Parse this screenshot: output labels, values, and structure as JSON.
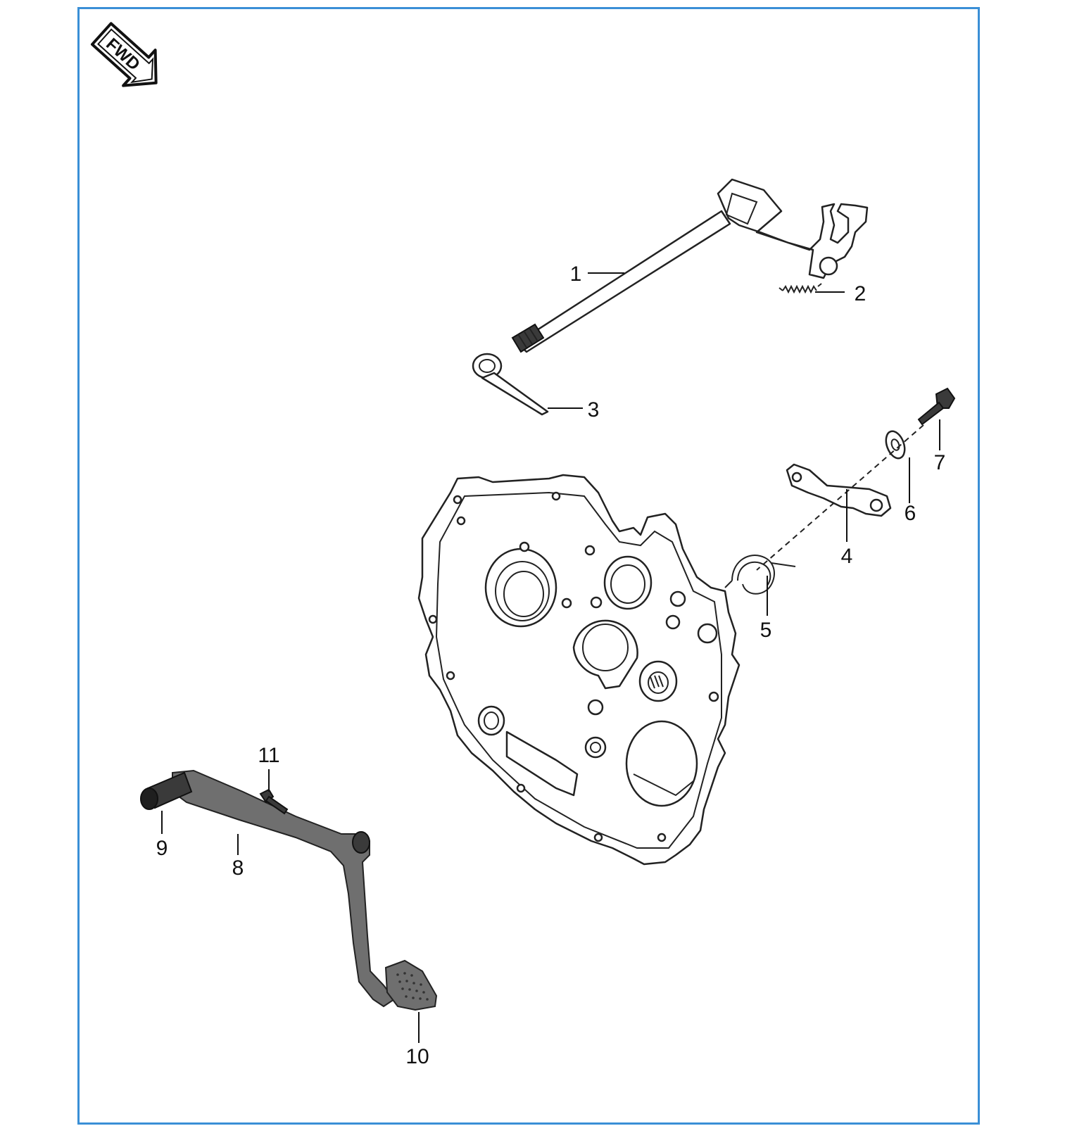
{
  "orientation_badge": {
    "label": "FWD",
    "icon": "forward-arrow-icon"
  },
  "frame_color": "#3a8fd6",
  "callouts": [
    {
      "id": "1",
      "label": "1"
    },
    {
      "id": "2",
      "label": "2"
    },
    {
      "id": "3",
      "label": "3"
    },
    {
      "id": "4",
      "label": "4"
    },
    {
      "id": "5",
      "label": "5"
    },
    {
      "id": "6",
      "label": "6"
    },
    {
      "id": "7",
      "label": "7"
    },
    {
      "id": "8",
      "label": "8"
    },
    {
      "id": "9",
      "label": "9"
    },
    {
      "id": "10",
      "label": "10"
    },
    {
      "id": "11",
      "label": "11"
    }
  ],
  "parts": [
    {
      "callout": "1",
      "icon": "gearshift-spindle-icon"
    },
    {
      "callout": "2",
      "icon": "return-spring-icon"
    },
    {
      "callout": "3",
      "icon": "torsion-spring-icon"
    },
    {
      "callout": "4",
      "icon": "stopper-arm-icon"
    },
    {
      "callout": "5",
      "icon": "stopper-spring-icon"
    },
    {
      "callout": "6",
      "icon": "washer-icon"
    },
    {
      "callout": "7",
      "icon": "bolt-icon"
    },
    {
      "callout": "8",
      "icon": "shift-pedal-icon"
    },
    {
      "callout": "9",
      "icon": "pedal-rubber-icon"
    },
    {
      "callout": "10",
      "icon": "foot-pad-icon"
    },
    {
      "callout": "11",
      "icon": "pedal-bolt-icon"
    }
  ],
  "housing": {
    "icon": "crankcase-cover-icon"
  }
}
